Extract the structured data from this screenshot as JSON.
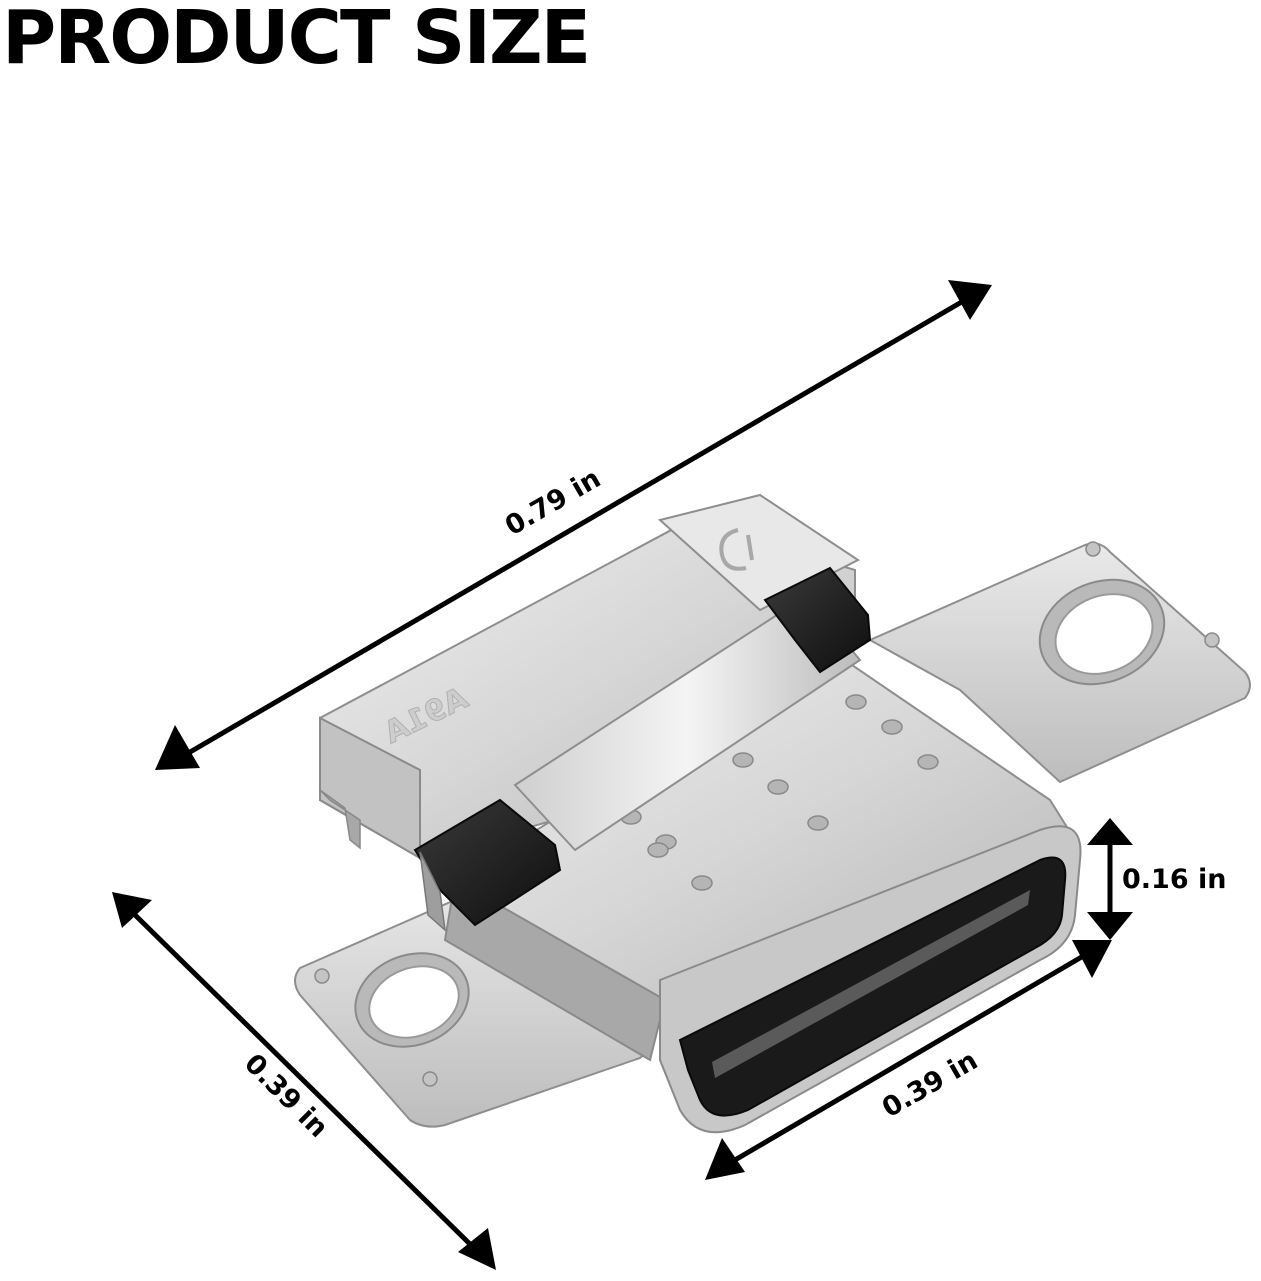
{
  "title": "PRODUCT SIZE",
  "dimensions": {
    "length": "0.79 in",
    "height": "0.16 in",
    "port_width": "0.39 in",
    "depth": "0.39 in"
  },
  "colors": {
    "text": "#000000",
    "arrow": "#000000",
    "metal_light": "#e4e4e4",
    "metal_mid": "#c6c6c6",
    "metal_dark": "#8a8a8a",
    "plastic": "#1e1e1e",
    "background": "#ffffff"
  }
}
